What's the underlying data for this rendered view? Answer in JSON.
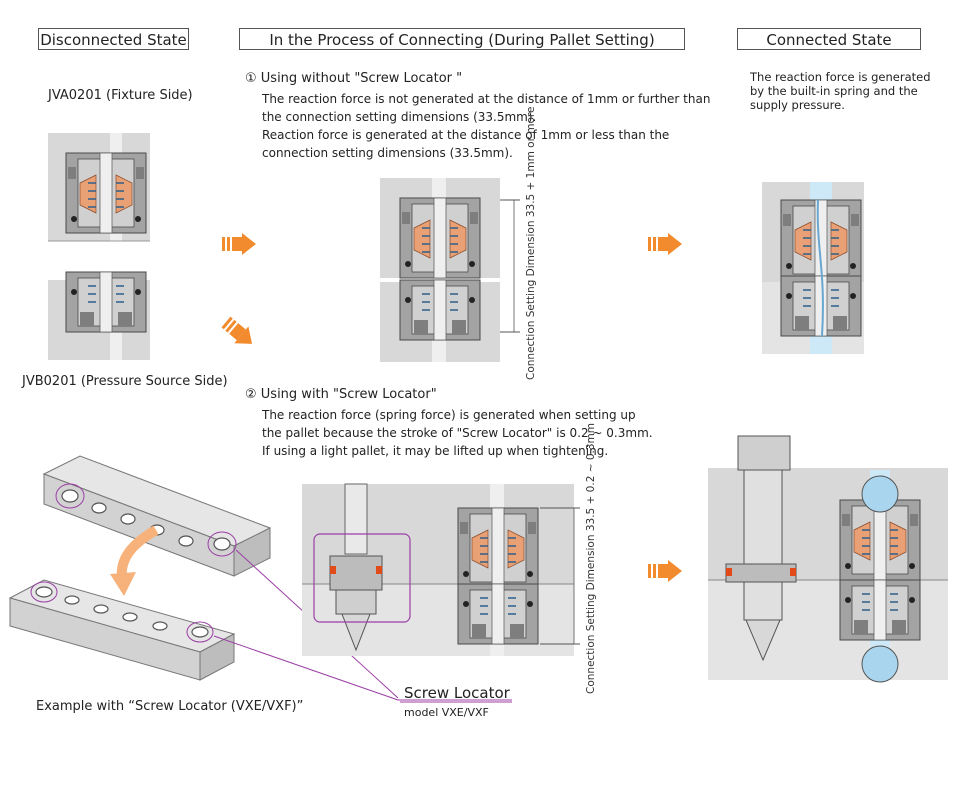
{
  "headers": {
    "disconnected": "Disconnected State",
    "process": "In the Process of Connecting  (During Pallet Setting)",
    "connected": "Connected State"
  },
  "labels": {
    "jva": "JVA0201 (Fixture Side)",
    "jvb": "JVB0201 (Pressure Source Side)",
    "example": "Example with “Screw Locator (VXE/VXF)”",
    "screw_locator": "Screw Locator",
    "screw_locator_model": "model VXE/VXF",
    "dim_without": "Connection Setting Dimension 33.5 + 1mm or more",
    "dim_with": "Connection Setting Dimension 33.5 + 0.2 ~ 0.3mm"
  },
  "section1": {
    "title": "① Using without  \"Screw Locator \"",
    "line1": "The reaction force is not generated at the distance of 1mm or further than",
    "line2": "the connection setting dimensions (33.5mm).",
    "line3": "Reaction force is generated at the distance of 1mm or less than the",
    "line4": "connection setting dimensions (33.5mm)."
  },
  "section2": {
    "title": "② Using with  \"Screw Locator\"",
    "line1": "The reaction force (spring force) is generated when setting up",
    "line2": "the pallet because the stroke of \"Screw Locator\" is 0.2 ~ 0.3mm.",
    "line3": "If using a light pallet, it may be lifted up when tightening."
  },
  "connected_note": {
    "line1": "The reaction force is generated",
    "line2": "by the built-in spring and the",
    "line3": "supply pressure."
  },
  "colors": {
    "arrow": "#f28a2e",
    "plate": "#d6d6d6",
    "body": "#9a9a9a",
    "copper": "#e8a074",
    "fluid": "#cde9f7",
    "callout": "#9b3fa6"
  }
}
